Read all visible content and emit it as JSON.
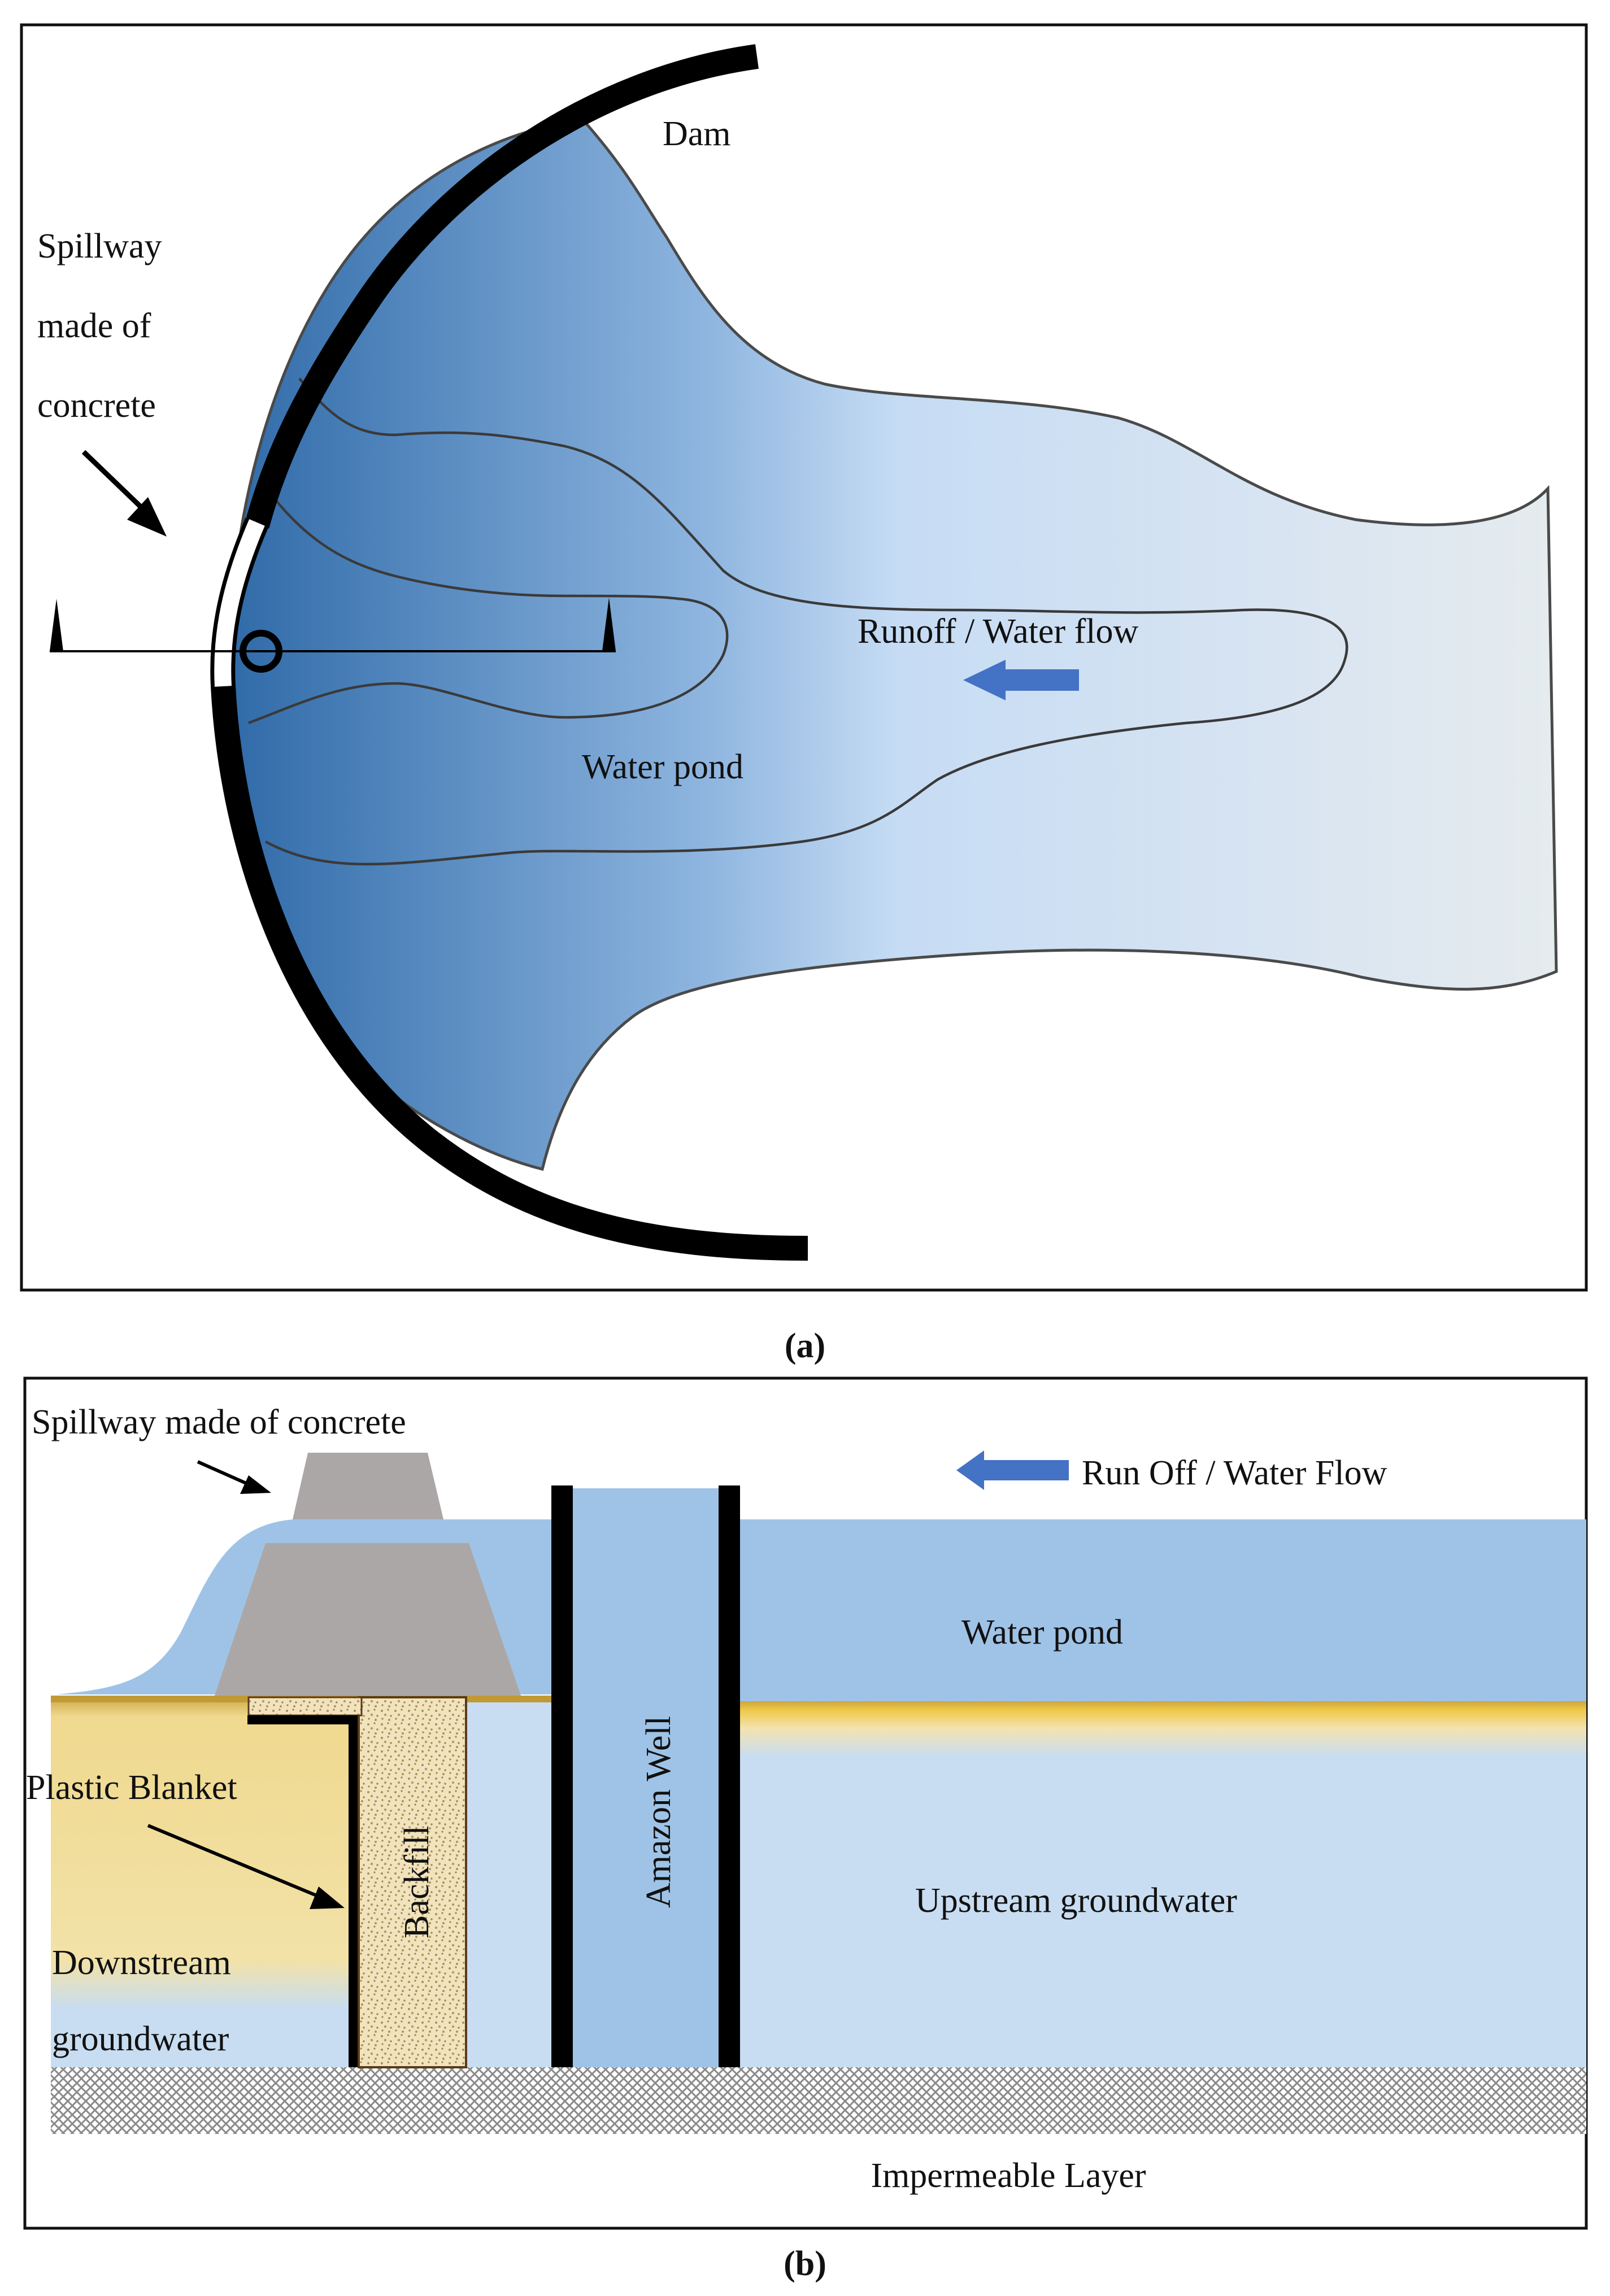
{
  "panel_a": {
    "caption": "(a)",
    "labels": {
      "dam": "Dam",
      "spillway_line1": "Spillway",
      "spillway_line2": "made of",
      "spillway_line3": "concrete",
      "runoff": "Runoff / Water flow",
      "water_pond": "Water pond"
    }
  },
  "panel_b": {
    "caption": "(b)",
    "labels": {
      "spillway": "Spillway made of concrete",
      "runoff": "Run Off / Water Flow",
      "water_pond": "Water pond",
      "plastic_blanket": "Plastic Blanket",
      "backfill": "Backfill",
      "amazon_well": "Amazon Well",
      "upstream_groundwater": "Upstream groundwater",
      "downstream_line1": "Downstream",
      "downstream_line2": "groundwater",
      "impermeable_layer": "Impermeable Layer"
    }
  },
  "colors": {
    "water_dark": "#2f6aa8",
    "water_light": "#c6dcf4",
    "water_fade": "#e6ecee",
    "pond_b": "#9fc3e6",
    "groundwater": "#c8ddf1",
    "soil": "#f3dfa2",
    "soil_top": "#c9a23a",
    "concrete": "#aca7a7",
    "flow_arrow": "#4472c4",
    "dam": "#000000"
  },
  "icons": {
    "flow_arrow": "left-arrow-icon",
    "pointer_arrow": "pointer-arrow-icon",
    "well_marker": "circle-marker-icon",
    "section_marker": "triangle-marker-icon"
  }
}
